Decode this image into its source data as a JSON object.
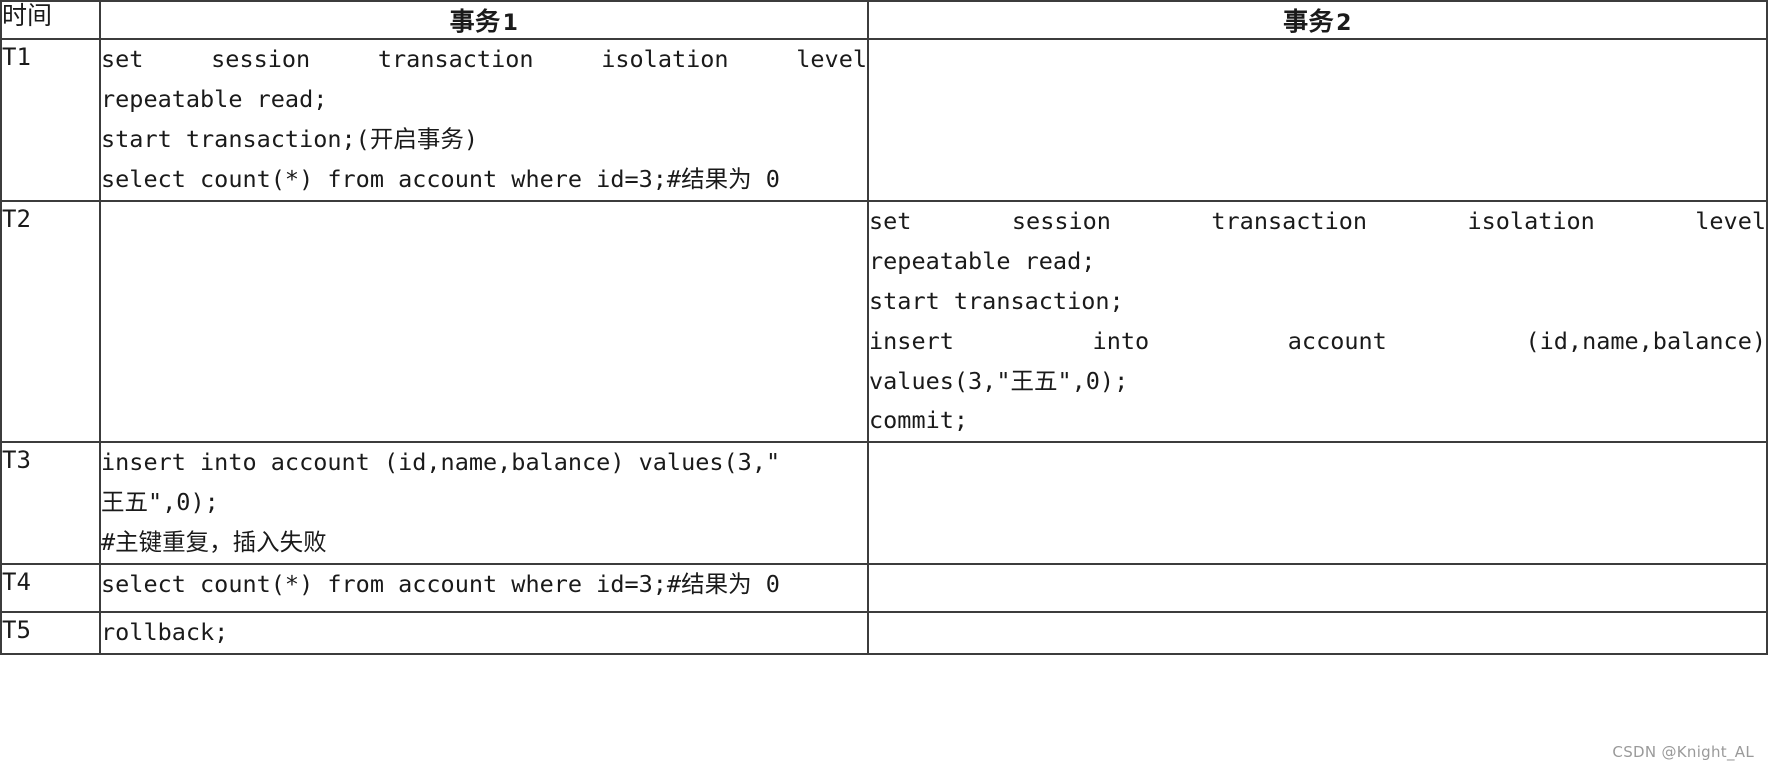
{
  "table": {
    "headers": {
      "time": "时间",
      "tx1_label": "事务",
      "tx1_num": "1",
      "tx2_label": "事务",
      "tx2_num": "2"
    },
    "rows": [
      {
        "time": "T1",
        "tx1_lines": [
          "set  session  transaction  isolation  level",
          "repeatable read;",
          "start transaction;(开启事务)",
          "select count(*) from account where id=3;#结果为 0"
        ],
        "tx2_lines": []
      },
      {
        "time": "T2",
        "tx1_lines": [],
        "tx2_lines": [
          "set  session  transaction  isolation  level",
          "repeatable read;",
          "start transaction;",
          "insert  into  account  (id,name,balance)",
          "values(3,\"王五\",0);",
          "commit;"
        ]
      },
      {
        "time": "T3",
        "tx1_lines": [
          "insert into account (id,name,balance) values(3,\"",
          "王五\",0);",
          "#主键重复，插入失败"
        ],
        "tx2_lines": []
      },
      {
        "time": "T4",
        "tx1_lines": [
          "select count(*) from account where id=3;#结果为 0"
        ],
        "tx2_lines": []
      },
      {
        "time": "T5",
        "tx1_lines": [
          "rollback;"
        ],
        "tx2_lines": []
      }
    ]
  },
  "watermark": "CSDN @Knight_AL"
}
